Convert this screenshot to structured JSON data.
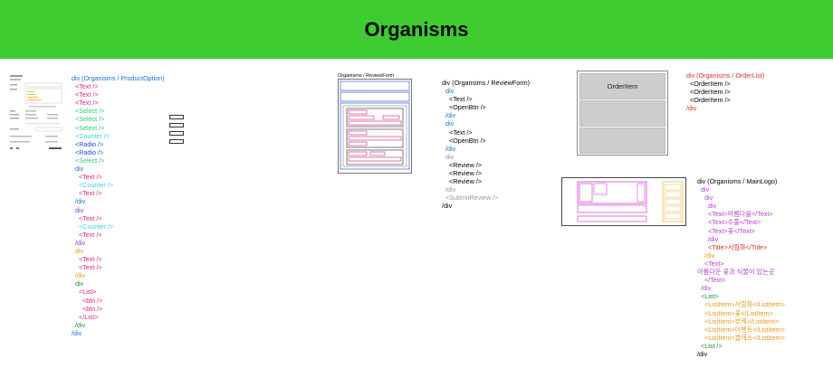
{
  "header": {
    "title": "Organisms",
    "bg": "#3fcc31"
  },
  "review_form_caption": "Organisms / ReviewForm",
  "order_item_label": "OrderItem",
  "blocks": {
    "product_option": [
      {
        "t": "div (Organisms / ProductOption)",
        "c": "#1e6fe0",
        "i": 0
      },
      {
        "t": "<Text />",
        "c": "#e0247a",
        "i": 1
      },
      {
        "t": "<Text />",
        "c": "#e0247a",
        "i": 1
      },
      {
        "t": "<Text />",
        "c": "#e0247a",
        "i": 1
      },
      {
        "t": "<Select />",
        "c": "#2ecc71",
        "i": 1
      },
      {
        "t": "<Select />",
        "c": "#2ecc71",
        "i": 1
      },
      {
        "t": "<Select />",
        "c": "#2ecc71",
        "i": 1
      },
      {
        "t": "<Counter />",
        "c": "#3fd0e8",
        "i": 1
      },
      {
        "t": "<Radio />",
        "c": "#1e4fd8",
        "i": 1
      },
      {
        "t": "<Radio />",
        "c": "#1e4fd8",
        "i": 1
      },
      {
        "t": "<Select />",
        "c": "#2ecc71",
        "i": 1
      },
      {
        "t": "div",
        "c": "#1e6fe0",
        "i": 1
      },
      {
        "t": "<Text />",
        "c": "#e0247a",
        "i": 2
      },
      {
        "t": "<Counter />",
        "c": "#3fd0e8",
        "i": 2
      },
      {
        "t": "<Text />",
        "c": "#e0247a",
        "i": 2
      },
      {
        "t": "/div",
        "c": "#1e6fe0",
        "i": 1
      },
      {
        "t": "div",
        "c": "#7b3fd0",
        "i": 1
      },
      {
        "t": "<Text />",
        "c": "#e0247a",
        "i": 2
      },
      {
        "t": "<Counter />",
        "c": "#3fd0e8",
        "i": 2
      },
      {
        "t": "<Text />",
        "c": "#e0247a",
        "i": 2
      },
      {
        "t": "/div",
        "c": "#7b3fd0",
        "i": 1
      },
      {
        "t": "div",
        "c": "#e69a1a",
        "i": 1
      },
      {
        "t": "<Text />",
        "c": "#e0247a",
        "i": 2
      },
      {
        "t": "<Text />",
        "c": "#e0247a",
        "i": 2
      },
      {
        "t": "/div",
        "c": "#e69a1a",
        "i": 1
      },
      {
        "t": "div",
        "c": "#1b8f2e",
        "i": 1
      },
      {
        "t": "<List>",
        "c": "#e0247a",
        "i": 2
      },
      {
        "t": "<btn />",
        "c": "#e0247a",
        "i": 3
      },
      {
        "t": "<btn />",
        "c": "#e0247a",
        "i": 3
      },
      {
        "t": "</List>",
        "c": "#e0247a",
        "i": 2
      },
      {
        "t": "/div",
        "c": "#1b8f2e",
        "i": 1
      },
      {
        "t": "/div",
        "c": "#1e6fe0",
        "i": 0
      }
    ],
    "review_form": [
      {
        "t": "div (Organsims / ReviewForm)",
        "c": "#000000",
        "i": 0
      },
      {
        "t": "div",
        "c": "#1e6fe0",
        "i": 1
      },
      {
        "t": "<Text />",
        "c": "#000000",
        "i": 2
      },
      {
        "t": "<OpenBtn />",
        "c": "#000000",
        "i": 2
      },
      {
        "t": "/div",
        "c": "#1e6fe0",
        "i": 1
      },
      {
        "t": "div",
        "c": "#1e6fe0",
        "i": 1
      },
      {
        "t": "<Text />",
        "c": "#000000",
        "i": 2
      },
      {
        "t": "<OpenBtn />",
        "c": "#000000",
        "i": 2
      },
      {
        "t": "/div",
        "c": "#1e6fe0",
        "i": 1
      },
      {
        "t": "div",
        "c": "#999999",
        "i": 1
      },
      {
        "t": "<Review />",
        "c": "#000000",
        "i": 2
      },
      {
        "t": "<Review />",
        "c": "#000000",
        "i": 2
      },
      {
        "t": "<Review />",
        "c": "#000000",
        "i": 2
      },
      {
        "t": "/div",
        "c": "#999999",
        "i": 1
      },
      {
        "t": "<SubmitReview />",
        "c": "#999999",
        "i": 1
      },
      {
        "t": "/div",
        "c": "#000000",
        "i": 0
      }
    ],
    "order_list": [
      {
        "t": "div (Organisms / OrderList)",
        "c": "#e03030",
        "i": 0
      },
      {
        "t": "<OrderItem />",
        "c": "#000000",
        "i": 1
      },
      {
        "t": "<OrderItem />",
        "c": "#000000",
        "i": 1
      },
      {
        "t": "<OrderItem />",
        "c": "#000000",
        "i": 1
      },
      {
        "t": "/div",
        "c": "#e03030",
        "i": 0
      }
    ],
    "main_logo": [
      {
        "t": "div (Organisms / MainLogo)",
        "c": "#000000",
        "i": 0
      },
      {
        "t": "div",
        "c": "#b33fd0",
        "i": 1
      },
      {
        "t": "div",
        "c": "#b33fd0",
        "i": 2
      },
      {
        "t": "div",
        "c": "#b33fd0",
        "i": 3
      },
      {
        "t": "<Text>아름다울</Text>",
        "c": "#b33fd0",
        "i": 3
      },
      {
        "t": "<Text>수풀</Text>",
        "c": "#b33fd0",
        "i": 3
      },
      {
        "t": "<Text>꽃</Text>",
        "c": "#b33fd0",
        "i": 3
      },
      {
        "t": "/div",
        "c": "#b33fd0",
        "i": 3
      },
      {
        "t": "<Title>서림화</Title>",
        "c": "#e03030",
        "i": 3
      },
      {
        "t": "/div",
        "c": "#e69a1a",
        "i": 2
      },
      {
        "t": "<Text>",
        "c": "#b33fd0",
        "i": 2
      },
      {
        "t": "아름다운 꽃과 식물이 있는곳",
        "c": "#b33fd0",
        "i": 0
      },
      {
        "t": "</Text>",
        "c": "#b33fd0",
        "i": 2
      },
      {
        "t": "/div",
        "c": "#b33fd0",
        "i": 1
      },
      {
        "t": "<List>",
        "c": "#1b8f2e",
        "i": 1
      },
      {
        "t": "<ListItem>서림화</ListItem>",
        "c": "#e69a1a",
        "i": 2
      },
      {
        "t": "<ListItem>꽃</ListItem>",
        "c": "#e69a1a",
        "i": 2
      },
      {
        "t": "<ListItem>부케</ListItem>",
        "c": "#e69a1a",
        "i": 2
      },
      {
        "t": "<ListItem>이벤트</ListItem>",
        "c": "#e69a1a",
        "i": 2
      },
      {
        "t": "<ListItem>클래스</ListItem>",
        "c": "#e69a1a",
        "i": 2
      },
      {
        "t": "<List />",
        "c": "#1b8f2e",
        "i": 1
      },
      {
        "t": "/div",
        "c": "#000000",
        "i": 0
      }
    ]
  }
}
